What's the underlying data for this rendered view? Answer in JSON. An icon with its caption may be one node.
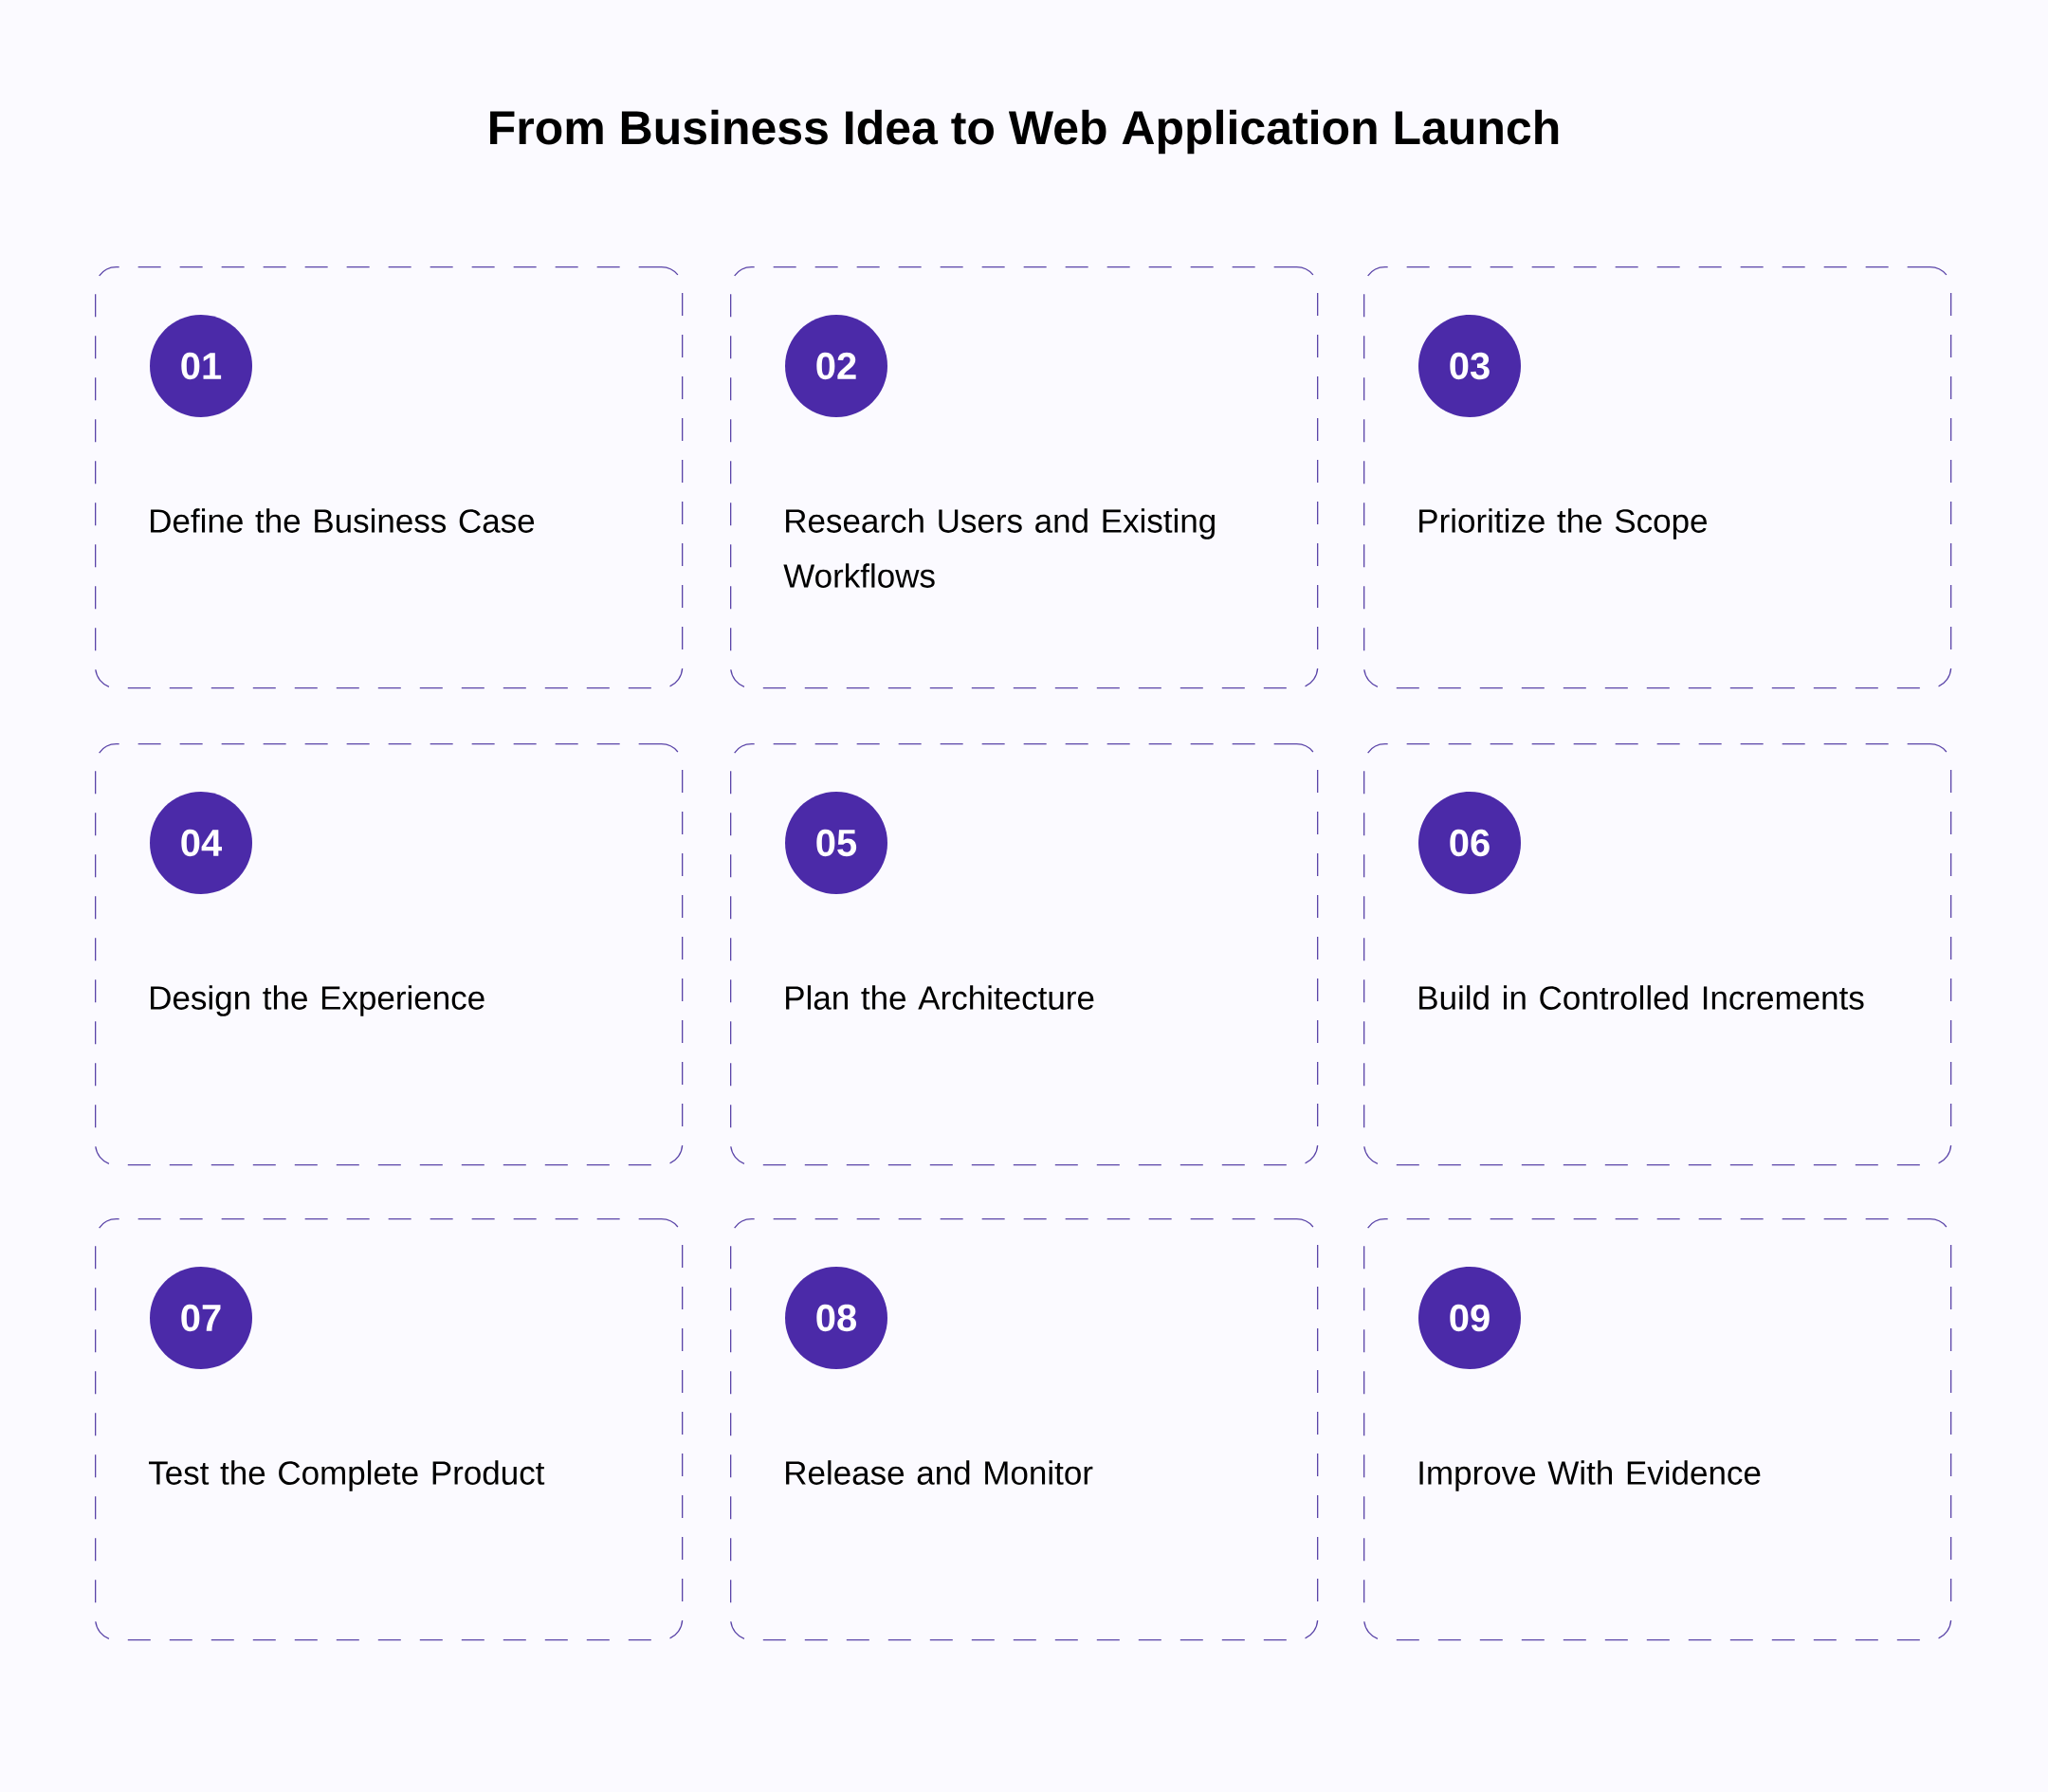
{
  "diagram": {
    "title": "From Business Idea to Web Application Launch",
    "nodes": [
      {
        "text": [
          "Define the Business Case"
        ]
      },
      {
        "text": [
          "01"
        ],
        "in": 0
      },
      {
        "text": [
          "Research Users and Existing Workflows"
        ]
      },
      {
        "text": [
          "02"
        ],
        "in": 2
      },
      {
        "text": [
          "Prioritize the Scope"
        ]
      },
      {
        "text": [
          "03"
        ],
        "in": 4
      },
      {
        "text": [
          "Design the Experience"
        ]
      },
      {
        "text": [
          "04"
        ],
        "in": 6
      },
      {
        "text": [
          "Plan the Architecture"
        ]
      },
      {
        "text": [
          "05"
        ],
        "in": 8
      },
      {
        "text": [
          "Build in Controlled Increments"
        ]
      },
      {
        "text": [
          "06"
        ],
        "in": 10
      },
      {
        "text": [
          "Test the Complete Product"
        ]
      },
      {
        "text": [
          "07"
        ],
        "in": 12
      },
      {
        "text": [
          "Release and Monitor"
        ]
      },
      {
        "text": [
          "08"
        ],
        "in": 14
      },
      {
        "text": [
          "Improve With Evidence"
        ]
      },
      {
        "text": [
          "09"
        ],
        "in": 16
      }
    ]
  }
}
